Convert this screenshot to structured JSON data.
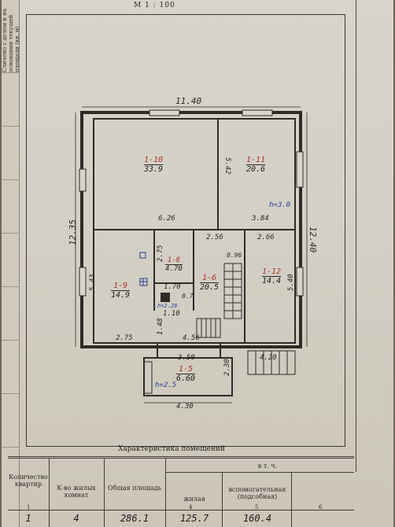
{
  "scale": "М 1 : 100",
  "margin_note": "Сличено с делом и на основании текущей площади (кв. м)",
  "dimensions": {
    "overall_top": "11.40",
    "left_overall": "12.35",
    "right_overall": "12.40",
    "room10_inner": "5.42",
    "upper_divider": "6.26",
    "upper_right": "3.84",
    "left_height": "5.43",
    "right_height": "5.40",
    "mid_stair": "2.56",
    "mid_right": "2.66",
    "small_room": "2.75",
    "room8_width": "1.70",
    "stair_width": "1.10",
    "stair_small": "1.48",
    "bottom_left": "2.75",
    "bottom_mid": "4.56",
    "porch_inner": "3.50",
    "porch_height": "2.30",
    "porch_right": "4.20",
    "porch_outer": "4.30",
    "door_gap": "0.7",
    "stair_gap": "0.96"
  },
  "rooms": [
    {
      "id": "1-10",
      "area": "33.9"
    },
    {
      "id": "1-11",
      "area": "20.6"
    },
    {
      "id": "1-8",
      "area": "4.70"
    },
    {
      "id": "1-9",
      "area": "14.9"
    },
    {
      "id": "1-6",
      "area": "20.5"
    },
    {
      "id": "1-12",
      "area": "14.4"
    },
    {
      "id": "1-5",
      "area": "6.60"
    }
  ],
  "height_marks": {
    "upper": "h=3.0",
    "porch": "h=2.5",
    "small": "h=2.28"
  },
  "table": {
    "title": "Характеристика помещений",
    "headers": [
      "Количество квартир",
      "К-во жилых комнат",
      "Общая площадь",
      "жилая",
      "вспомогательная (подсобная)"
    ],
    "subheader": "в т. ч.",
    "column_numbers": [
      "1",
      "4",
      "5",
      "6"
    ],
    "values": [
      "1",
      "4",
      "286.1",
      "125.7",
      "160.4"
    ]
  }
}
